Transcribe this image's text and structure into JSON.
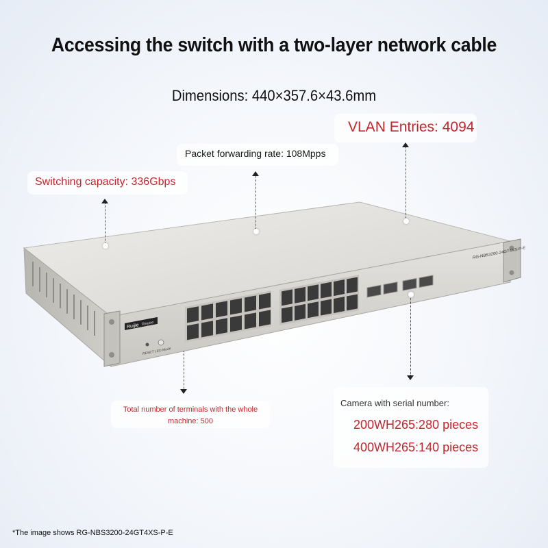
{
  "headline": "Accessing the switch with a two-layer network cable",
  "dimensions": "Dimensions: 440×357.6×43.6mm",
  "specs": {
    "vlan": "VLAN Entries: 4094",
    "packet_forwarding_rate": "Packet forwarding rate: 108Mpps",
    "switching_capacity": "Switching capacity: 336Gbps",
    "total_terminals": "Total number of terminals with the whole machine: 500"
  },
  "camera": {
    "title": "Camera with serial number:",
    "line1": "200WH265:280 pieces",
    "line2": "400WH265:140 pieces"
  },
  "device": {
    "brand": "Ruijie",
    "sub_brand": "Reyee",
    "model": "RG-NBS3200-24GT4XS-P-E",
    "buttons": "RESET   LED Mode"
  },
  "footnote": "*The image shows RG-NBS3200-24GT4XS-P-E",
  "colors": {
    "accent_red": "#c5252c",
    "switch_body": "#dcdad6",
    "background": "#f3f6fb"
  }
}
